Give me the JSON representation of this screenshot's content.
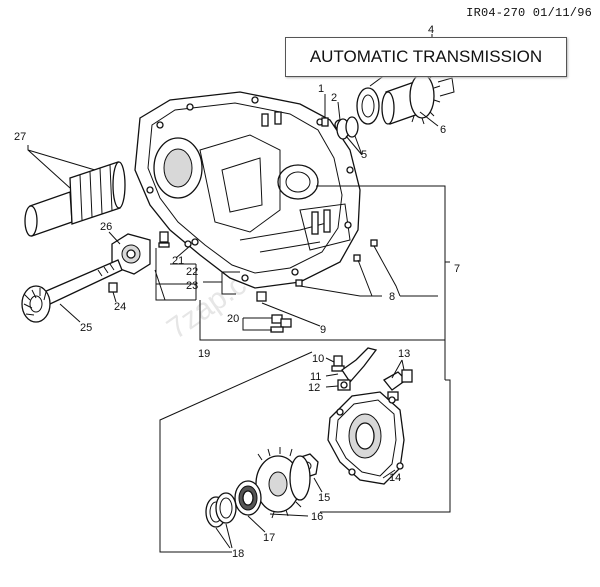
{
  "stamp": "IR04-270 01/11/96",
  "title": "AUTOMATIC TRANSMISSION",
  "watermark": "7zap.com",
  "callouts": [
    "1",
    "2",
    "4",
    "5",
    "6",
    "7",
    "8",
    "9",
    "10",
    "11",
    "12",
    "13",
    "14",
    "15",
    "16",
    "17",
    "18",
    "19",
    "20",
    "21",
    "22",
    "23",
    "24",
    "25",
    "26",
    "27"
  ]
}
